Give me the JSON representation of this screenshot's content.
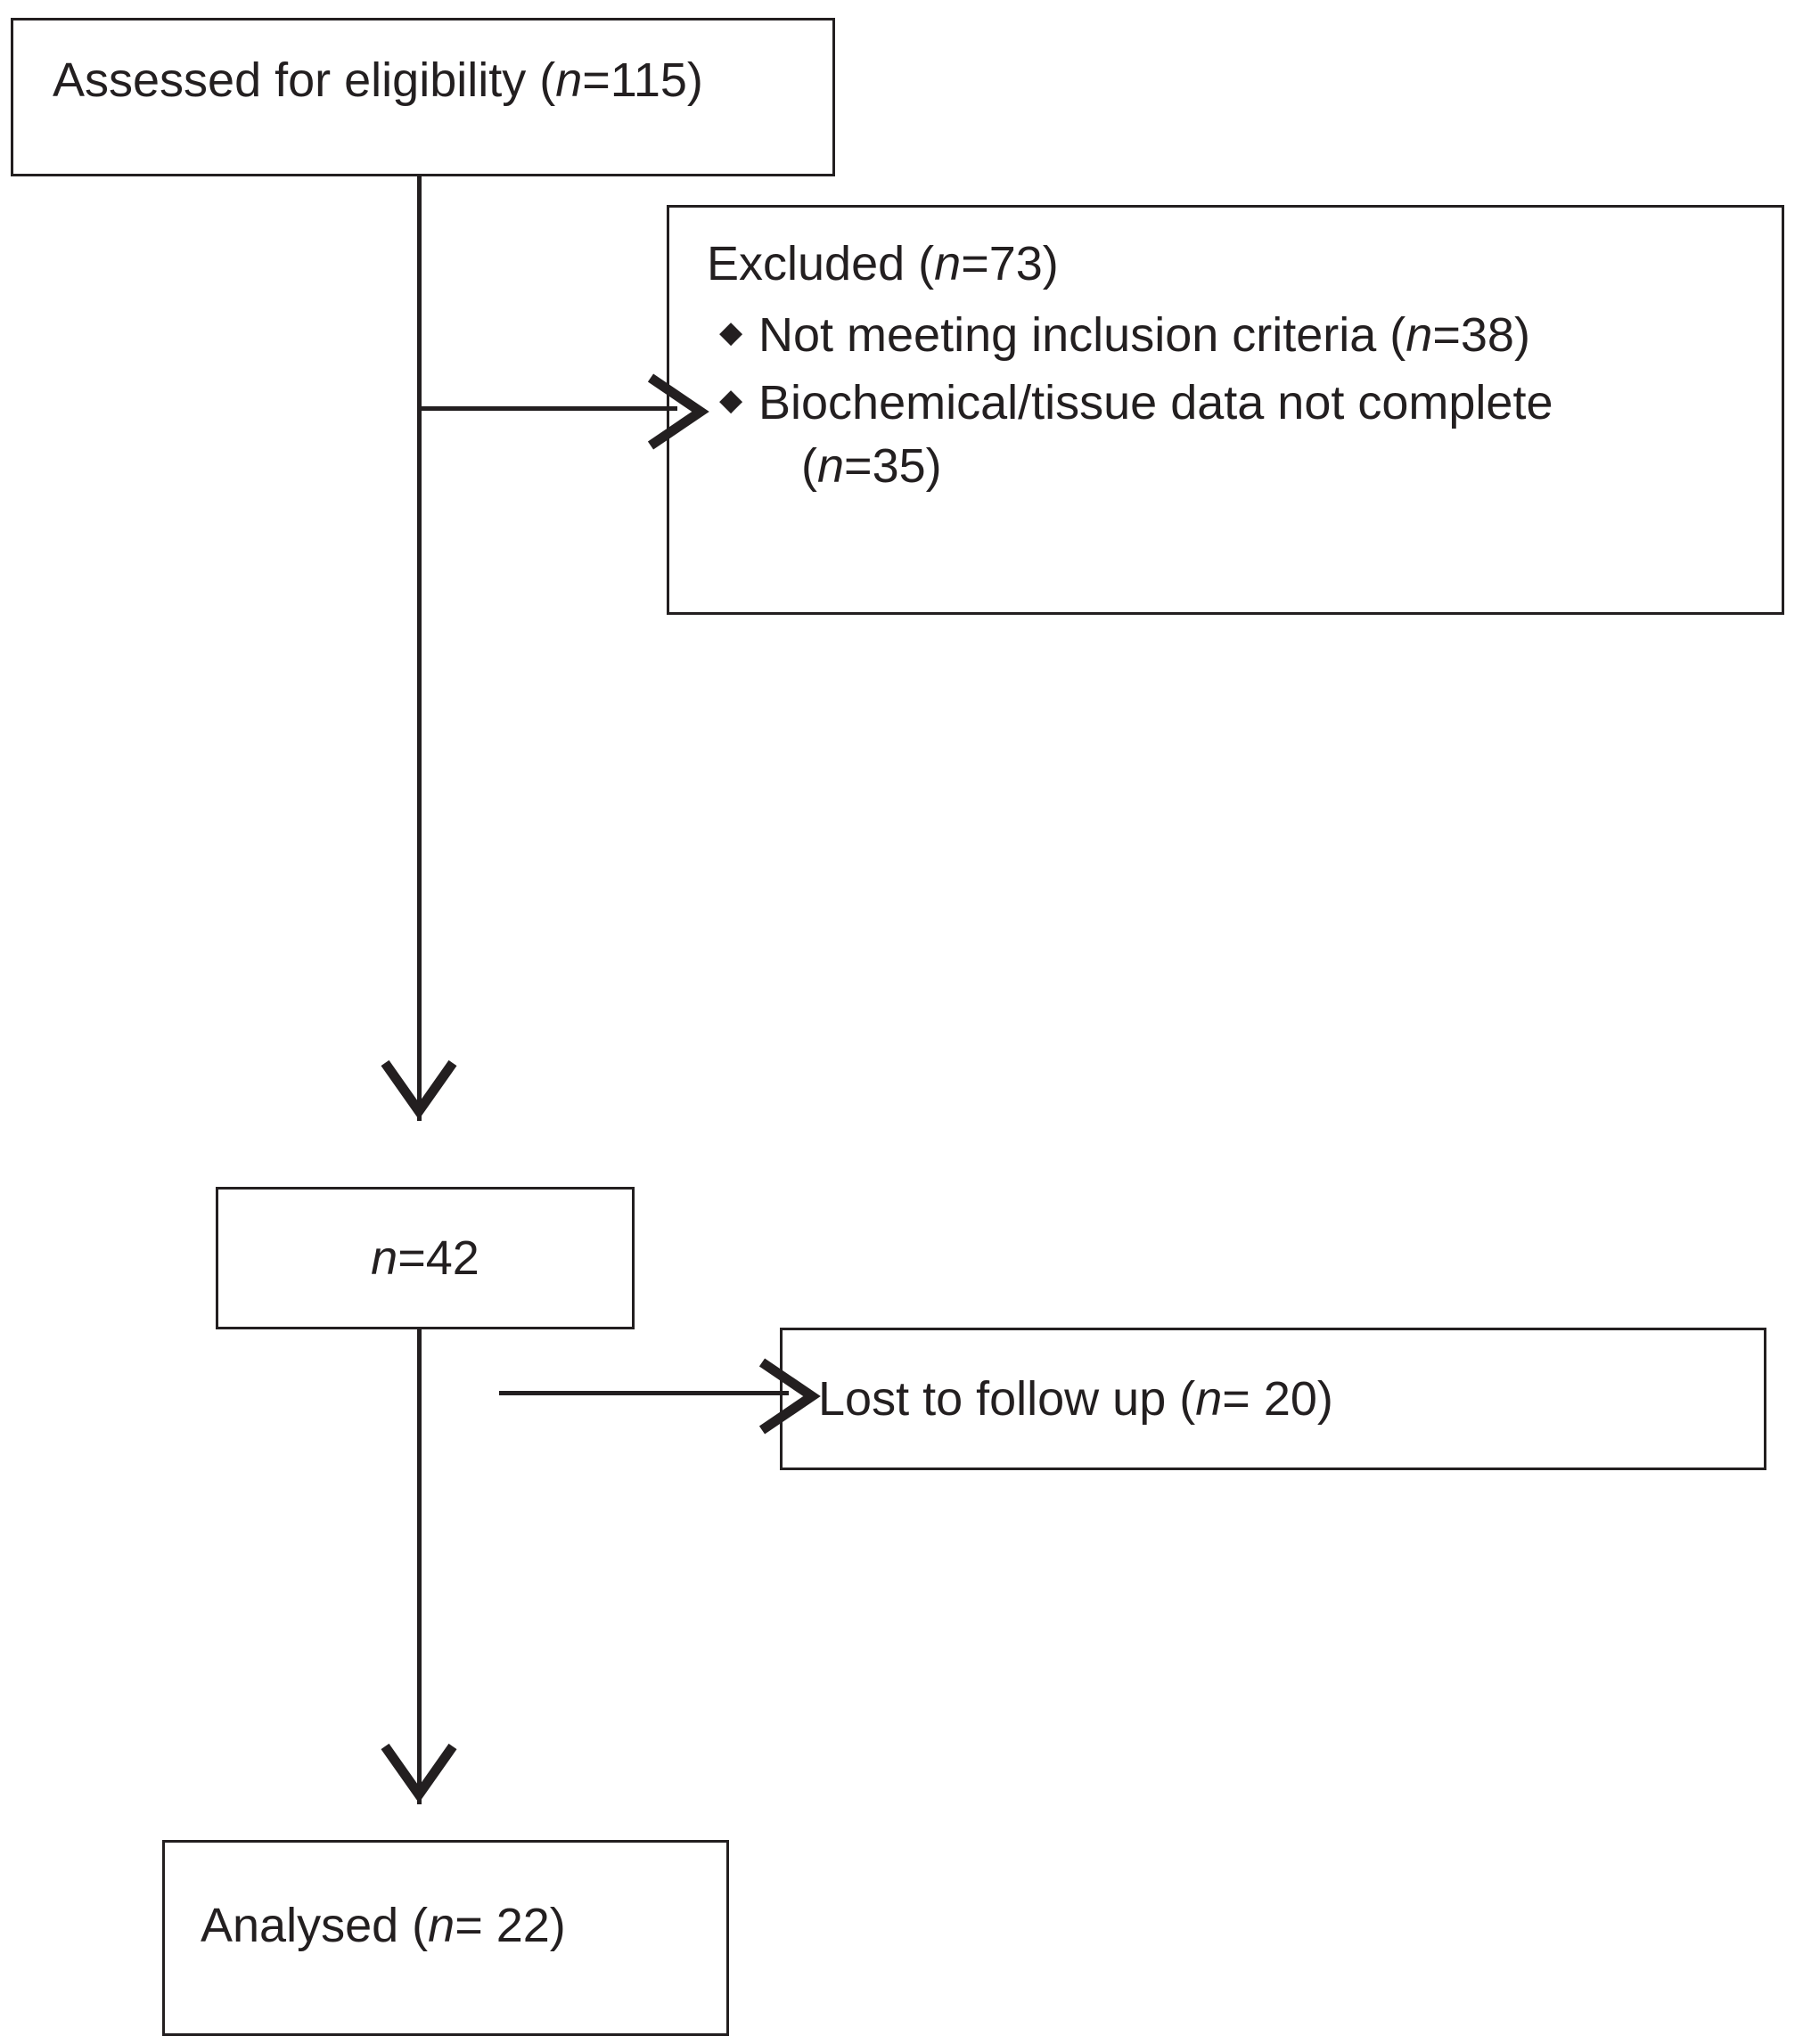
{
  "diagram": {
    "title": "CONSORT participant flow diagram",
    "line_color": "#231f20",
    "background": "#ffffff",
    "nodes": {
      "assessed": {
        "label": "Assessed for eligibility (",
        "n_var": "n",
        "n_tail": "=115)"
      },
      "excluded": {
        "heading_label": "Excluded  (",
        "heading_n_var": "n",
        "heading_tail": "=73)",
        "bullet_glyph": "◆",
        "items": [
          {
            "text_before": "Not meeting inclusion criteria (",
            "n_var": "n",
            "text_after": "=38)"
          },
          {
            "text_before": "Biochemical/tissue data not complete",
            "continuation_before": "(",
            "continuation_n_var": "n",
            "continuation_after": "=35)"
          }
        ]
      },
      "randomised": {
        "n_var": "n",
        "n_tail": "=42"
      },
      "lost": {
        "label": "Lost to follow up (",
        "n_var": "n",
        "n_tail": "= 20)"
      },
      "analysed": {
        "label": "Analysed  (",
        "n_var": "n",
        "n_tail": "= 22)"
      }
    },
    "connectors": [
      {
        "name": "assessed-to-randomised",
        "type": "vertical-arrow"
      },
      {
        "name": "assessed-to-excluded",
        "type": "horizontal-arrow"
      },
      {
        "name": "randomised-to-analysed",
        "type": "vertical-arrow"
      },
      {
        "name": "randomised-to-lost",
        "type": "horizontal-arrow"
      }
    ]
  }
}
